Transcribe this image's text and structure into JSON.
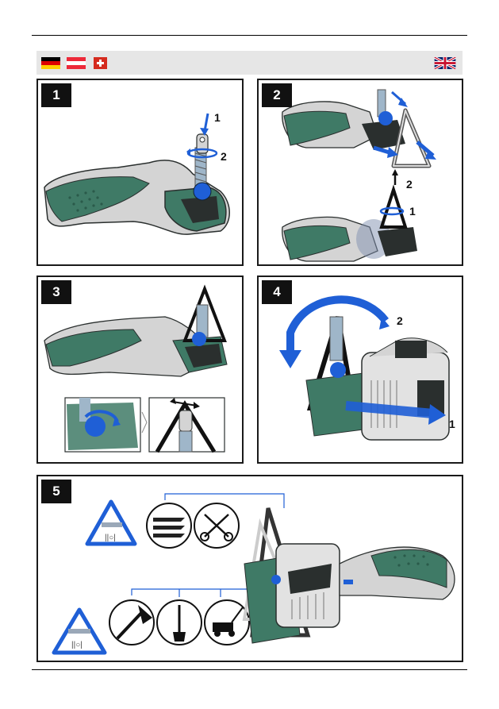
{
  "header": {
    "flags": [
      {
        "name": "germany",
        "colors": [
          "#000000",
          "#dd0000",
          "#ffce00"
        ]
      },
      {
        "name": "austria",
        "colors": [
          "#ed2939",
          "#ffffff",
          "#ed2939"
        ]
      },
      {
        "name": "switzerland",
        "colors": [
          "#d52b1e",
          "#ffffff"
        ]
      },
      {
        "name": "united-kingdom",
        "colors": [
          "#012169",
          "#ffffff",
          "#c8102e"
        ]
      }
    ]
  },
  "colors": {
    "tool_green": "#3f7a66",
    "tool_dark": "#2a2f2e",
    "tool_grey": "#d4d4d4",
    "arrow_blue": "#1f5fd6",
    "spring": "#9fb6c9"
  },
  "panels": [
    {
      "number": "1",
      "labels": [
        "1",
        "2"
      ]
    },
    {
      "number": "2",
      "labels": [
        "2",
        "1"
      ]
    },
    {
      "number": "3",
      "labels": []
    },
    {
      "number": "4",
      "labels": [
        "2",
        "1"
      ]
    },
    {
      "number": "5",
      "labels": []
    }
  ]
}
